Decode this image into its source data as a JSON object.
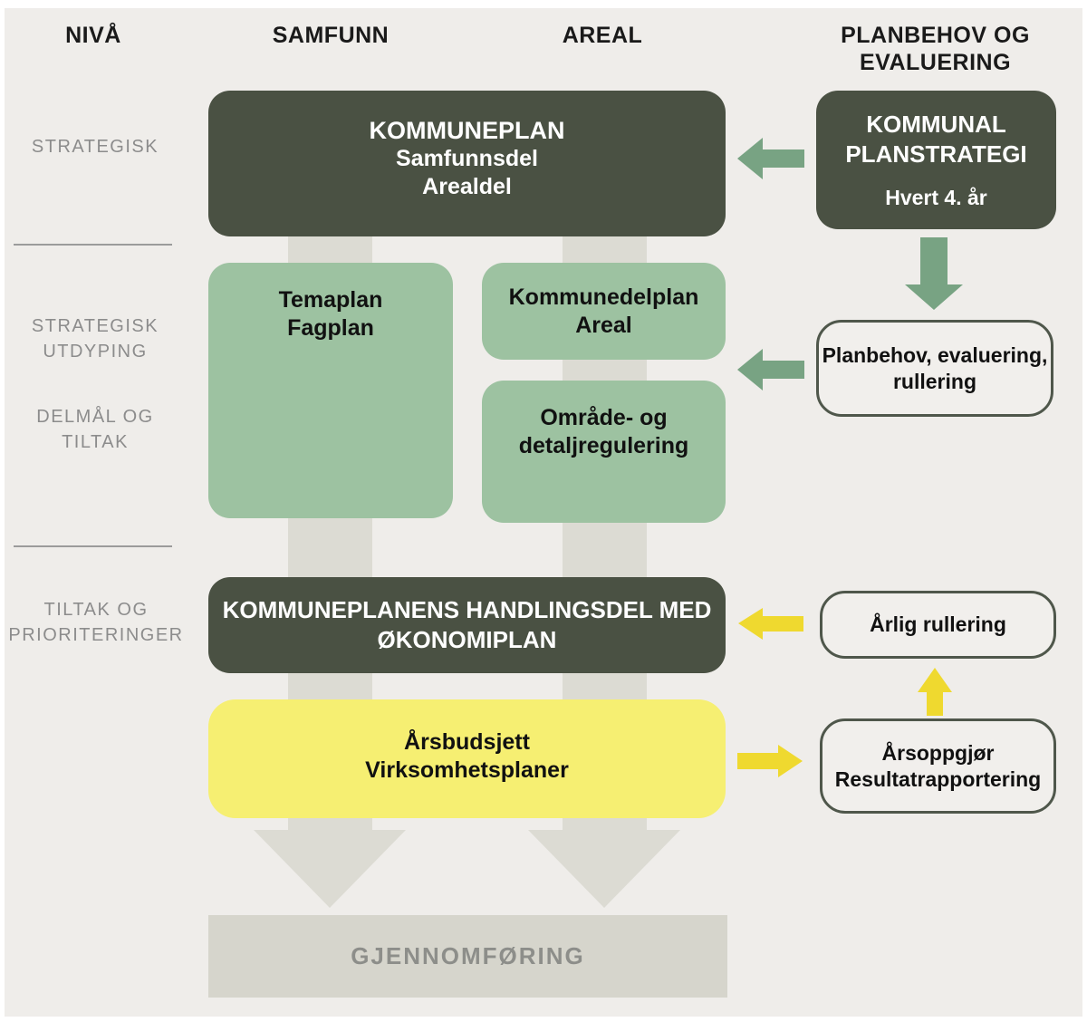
{
  "header": {
    "col_niva": "NIVÅ",
    "col_samfunn": "SAMFUNN",
    "col_areal": "AREAL",
    "col_planbehov_line1": "PLANBEHOV OG",
    "col_planbehov_line2": "EVALUERING"
  },
  "side_labels": {
    "strategisk": "STRATEGISK",
    "strategisk_utdyping_line1": "STRATEGISK",
    "strategisk_utdyping_line2": "UTDYPING",
    "delmal_line1": "DELMÅL OG",
    "delmal_line2": "TILTAK",
    "tiltak_line1": "TILTAK OG",
    "tiltak_line2": "PRIORITERINGER"
  },
  "boxes": {
    "kommuneplan": {
      "line1": "KOMMUNEPLAN",
      "line2": "Samfunnsdel",
      "line3": "Arealdel"
    },
    "kommunal_planstrategi": {
      "line1": "KOMMUNAL",
      "line2": "PLANSTRATEGI",
      "line3": "Hvert 4. år"
    },
    "temaplan": {
      "line1": "Temaplan",
      "line2": "Fagplan"
    },
    "kommunedelplan": {
      "line1": "Kommunedelplan",
      "line2": "Areal"
    },
    "omrade": {
      "line1": "Område- og",
      "line2": "detaljregulering"
    },
    "planbehov": {
      "line1": "Planbehov, evaluering,",
      "line2": "rullering"
    },
    "handlingsdel": {
      "line1": "KOMMUNEPLANENS HANDLINGSDEL MED",
      "line2": "ØKONOMIPLAN"
    },
    "arlig_rullering": {
      "line1": "Årlig rullering"
    },
    "arsbudsjett": {
      "line1": "Årsbudsjett",
      "line2": "Virksomhetsplaner"
    },
    "arsoppgjor": {
      "line1": "Årsoppgjør",
      "line2": "Resultatrapportering"
    },
    "gjennomforing": {
      "line1": "GJENNOMFØRING"
    }
  },
  "colors": {
    "bg_panel": "#EFEDEA",
    "dark_box": "#4A5143",
    "light_green_box": "#9DC2A1",
    "green_arrow": "#78A383",
    "yellow_box": "#F6EF72",
    "yellow_arrow": "#EFD92F",
    "gray_band": "#DCDBD3",
    "gray_box": "#D6D5CC",
    "outline_box_bg": "#F1EFEC",
    "outline_box_border": "#4F574B",
    "side_label": "#8C8C8C",
    "header_text": "#1A1A1A",
    "gjennomforing_text": "#8D8E8A",
    "divider": "#9B9B9B"
  }
}
